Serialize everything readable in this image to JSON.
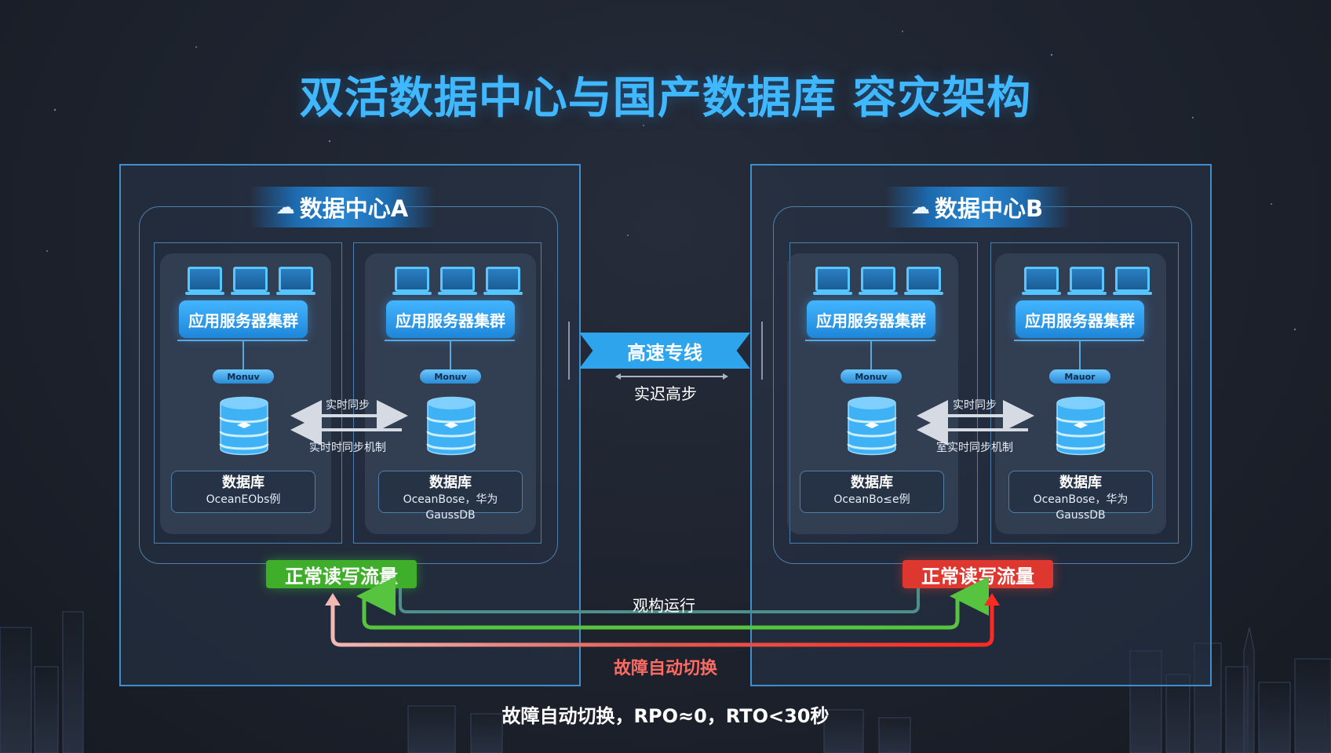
{
  "title": "双活数据中心与国产数据库 容灾架构",
  "center_a": {
    "title": "数据中心A",
    "zones": [
      {
        "cluster_label": "应用服务器集群",
        "monitor_label": "Monuv",
        "db_title": "数据库",
        "db_subtitle": "OceanЕObs例"
      },
      {
        "cluster_label": "应用服务器集群",
        "monitor_label": "Monuv",
        "db_title": "数据库",
        "db_subtitle": "OceanBose，华为GaussDB"
      }
    ],
    "sync_top": "实时同步",
    "sync_bottom": "实时时同步机制",
    "traffic_label": "正常读写流量"
  },
  "center_b": {
    "title": "数据中心B",
    "zones": [
      {
        "cluster_label": "应用服务器集群",
        "monitor_label": "Monuv",
        "db_title": "数据库",
        "db_subtitle": "OceanBo≤e例"
      },
      {
        "cluster_label": "应用服务器集群",
        "monitor_label": "Mauor",
        "db_title": "数据库",
        "db_subtitle": "OceanBose，华为GaussDB"
      }
    ],
    "sync_top": "实时同步",
    "sync_bottom": "室实时同步机制",
    "traffic_label": "正常读写流量"
  },
  "link": {
    "title": "高速专线",
    "subtitle": "实迟高步"
  },
  "flows": {
    "normal_label": "观构运行",
    "failover_label": "故障自动切换"
  },
  "footer": "故障自动切换，RPO≈0，RTO<30秒",
  "colors": {
    "title_blue": "#3fb8ff",
    "accent_blue": "#2ea4ec",
    "green": "#3fae2a",
    "red": "#dd3730",
    "teal": "#4f8f8a"
  }
}
